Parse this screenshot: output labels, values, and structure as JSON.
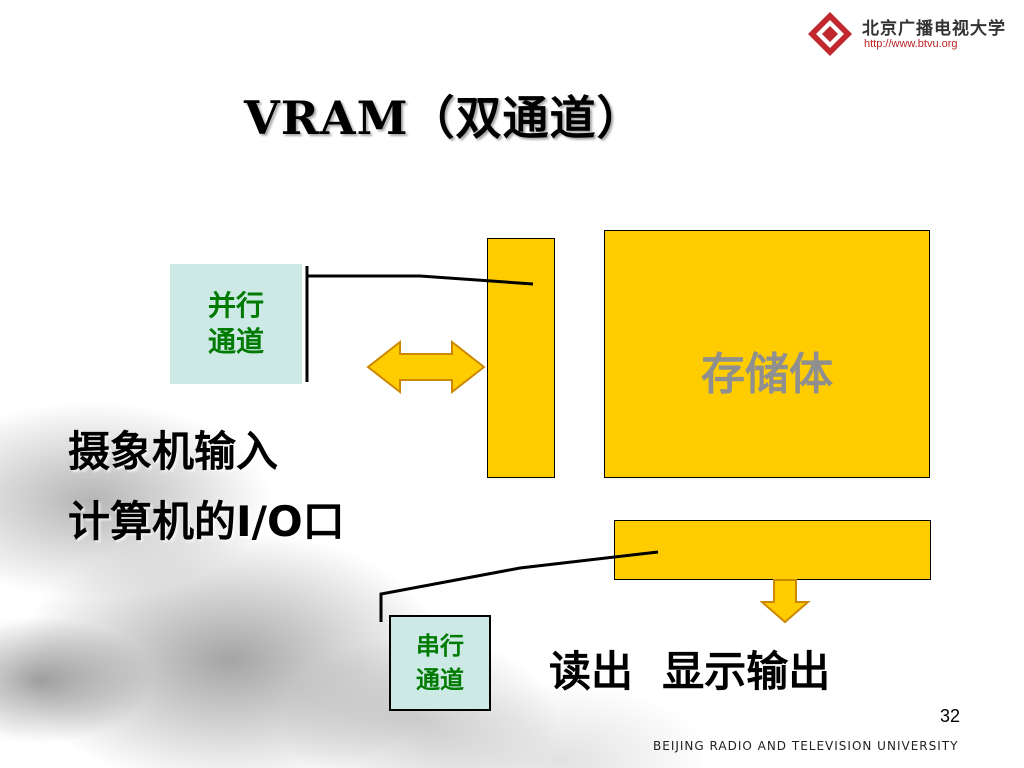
{
  "logo": {
    "name": "北京广播电视大学",
    "url": "http://www.btvu.org"
  },
  "title": "VRAM（双通道）",
  "diagram": {
    "parallel_channel": [
      "并行",
      "通道"
    ],
    "serial_channel": [
      "串行",
      "通道"
    ],
    "storage_label": "存储体",
    "camera_input": "摄象机输入",
    "computer_io": "计算机的I/O口",
    "readout": "读出  显示输出"
  },
  "colors": {
    "block_fill": "#ffcc00",
    "channel_box_fill": "#cce9e6",
    "channel_text": "#007a00",
    "storage_text": "#8f8f8f"
  },
  "page_number": "32",
  "footer": "BEIJING RADIO AND TELEVISION UNIVERSITY"
}
